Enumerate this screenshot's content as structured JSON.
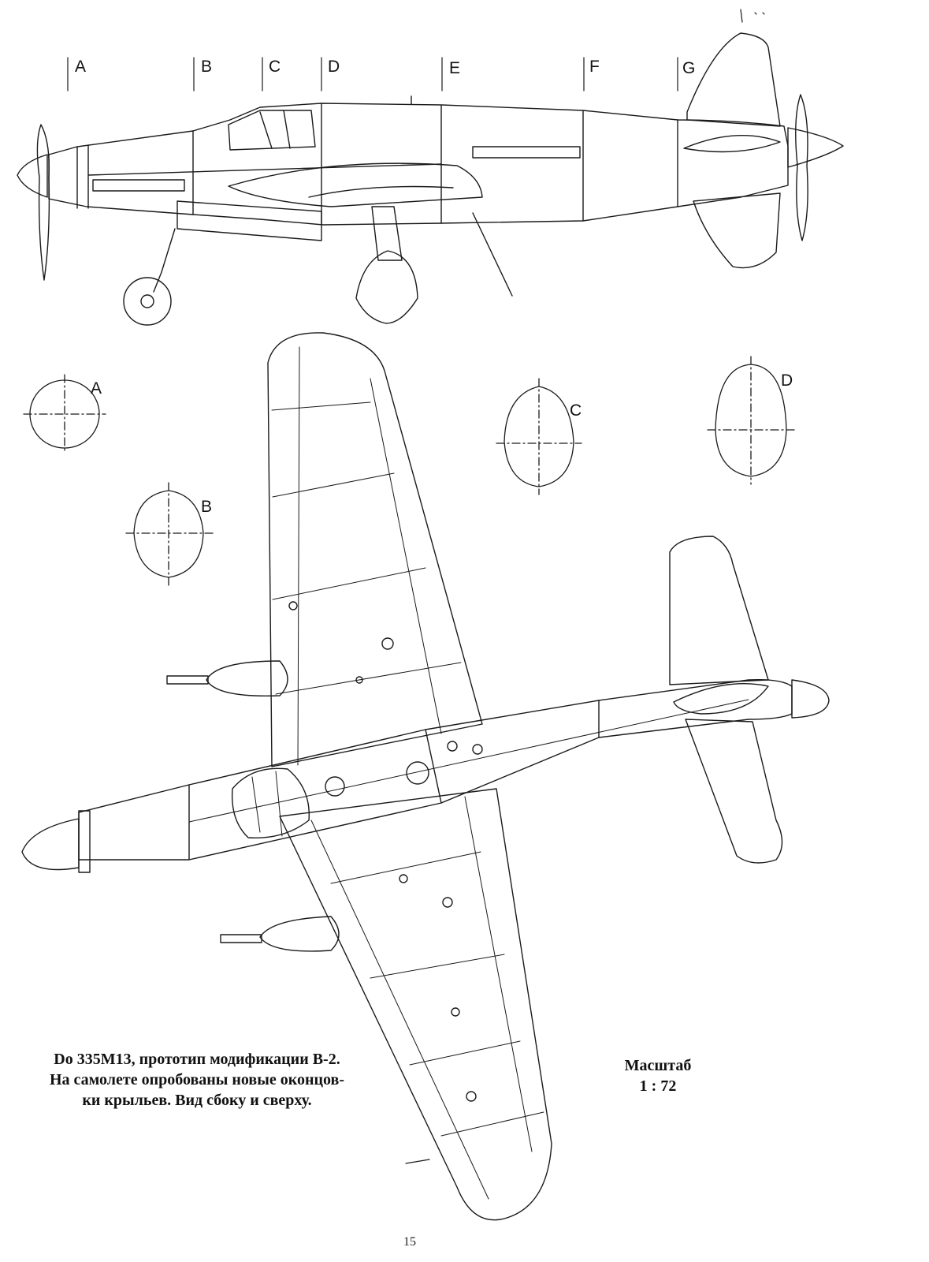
{
  "station_labels": {
    "A": "A",
    "B": "B",
    "C": "C",
    "D": "D",
    "E": "E",
    "F": "F",
    "G": "G"
  },
  "section_labels": {
    "A": "A",
    "B": "B",
    "C": "C",
    "D": "D"
  },
  "caption": {
    "line1": "Do 335M13, прототип модификации В-2.",
    "line2": "На самолете опробованы новые оконцов-",
    "line3": "ки крыльев. Вид сбоку и сверху."
  },
  "scale": {
    "label": "Масштаб",
    "value": "1 : 72"
  },
  "page_number": "15",
  "colors": {
    "ink": "#111111",
    "paper": "#ffffff"
  }
}
